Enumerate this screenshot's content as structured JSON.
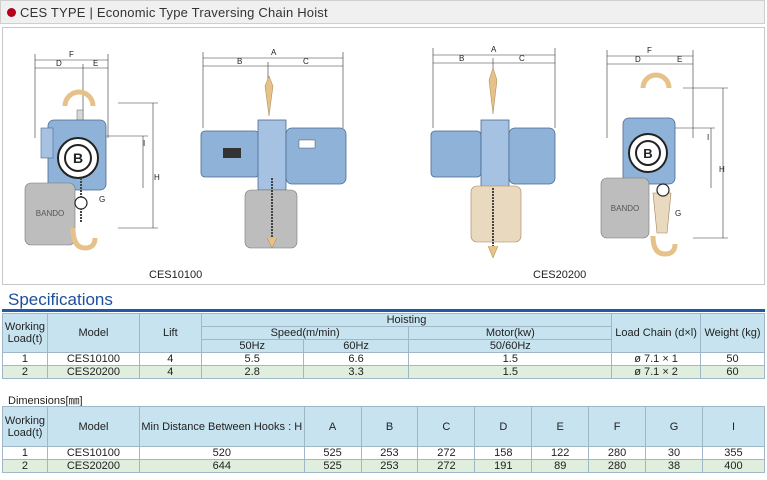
{
  "header": {
    "title": "CES TYPE | Economic Type Traversing Chain Hoist"
  },
  "figure": {
    "caption_left": "CES10100",
    "caption_right": "CES20200",
    "brand": "BANDO",
    "dim_labels": {
      "A": "A",
      "B": "B",
      "C": "C",
      "D": "D",
      "E": "E",
      "F": "F",
      "G": "G",
      "H": "H",
      "I": "I"
    }
  },
  "specifications": {
    "title": "Specifications",
    "headers": {
      "working_load": "Working Load(t)",
      "model": "Model",
      "lift": "Lift",
      "hoisting": "Hoisting",
      "speed": "Speed(m/min)",
      "hz50": "50Hz",
      "hz60": "60Hz",
      "motor": "Motor(kw)",
      "motor_hz": "50/60Hz",
      "load_chain": "Load Chain (d×l)",
      "weight": "Weight (kg)"
    },
    "rows": [
      {
        "load": "1",
        "model": "CES10100",
        "lift": "4",
        "s50": "5.5",
        "s60": "6.6",
        "motor": "1.5",
        "chain": "ø 7.1 × 1",
        "weight": "50"
      },
      {
        "load": "2",
        "model": "CES20200",
        "lift": "4",
        "s50": "2.8",
        "s60": "3.3",
        "motor": "1.5",
        "chain": "ø 7.1 × 2",
        "weight": "60"
      }
    ]
  },
  "dimensions": {
    "title": "Dimensions[㎜]",
    "headers": {
      "working_load": "Working Load(t)",
      "model": "Model",
      "min_distance": "Min Distance Between Hooks : H",
      "A": "A",
      "B": "B",
      "C": "C",
      "D": "D",
      "E": "E",
      "F": "F",
      "G": "G",
      "I": "I"
    },
    "rows": [
      {
        "load": "1",
        "model": "CES10100",
        "h": "520",
        "A": "525",
        "B": "253",
        "C": "272",
        "D": "158",
        "E": "122",
        "F": "280",
        "G": "30",
        "I": "355"
      },
      {
        "load": "2",
        "model": "CES20200",
        "h": "644",
        "A": "525",
        "B": "253",
        "C": "272",
        "D": "191",
        "E": "89",
        "F": "280",
        "G": "38",
        "I": "400"
      }
    ]
  },
  "colors": {
    "accent": "#1f5aa8",
    "header_cell": "#c6e3ef",
    "row_alt": "#dfeedd",
    "body_blue": "#8fb2d8"
  }
}
